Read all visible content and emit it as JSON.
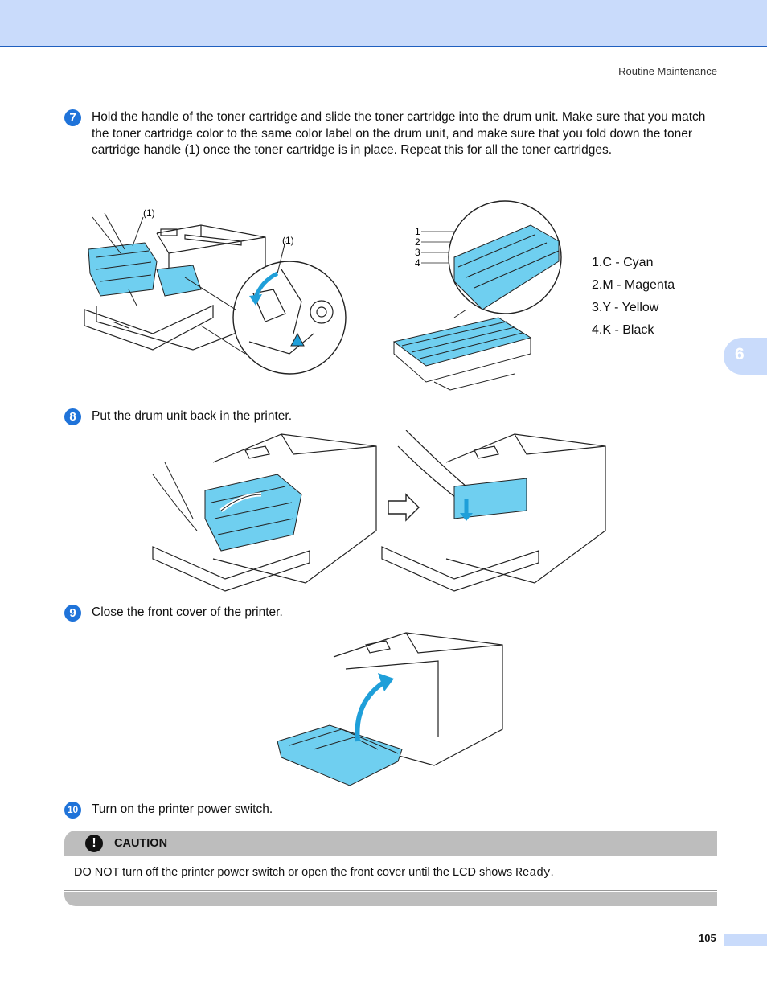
{
  "header": {
    "running_head": "Routine Maintenance"
  },
  "chapter_tab": "6",
  "steps": [
    {
      "badge": "7",
      "text": "Hold the handle of the toner cartridge and slide the toner cartridge into the drum unit. Make sure that you match the toner cartridge color to the same color label on the drum unit, and make sure that you fold down the toner cartridge handle (1) once the toner cartridge is in place. Repeat this for all the toner cartridges."
    },
    {
      "badge": "8",
      "text": "Put the drum unit back in the printer."
    },
    {
      "badge": "9",
      "text": "Close the front cover of the printer."
    },
    {
      "badge": "10",
      "text": "Turn on the printer power switch."
    }
  ],
  "figure1": {
    "callout_left": "(1)",
    "callout_zoom": "(1)",
    "callout_numbers": [
      "1",
      "2",
      "3",
      "4"
    ]
  },
  "legend": [
    "1.C - Cyan",
    "2.M - Magenta",
    "3.Y - Yellow",
    "4.K - Black"
  ],
  "caution": {
    "icon": "!",
    "label": "CAUTION",
    "text_before": "DO NOT turn off the printer power switch or open the front cover until the LCD shows ",
    "lcd_text": "Ready",
    "text_after": "."
  },
  "footer": {
    "page_number": "105"
  },
  "colors": {
    "accent_blue": "#1f73d9",
    "cyan_highlight": "#6fcff0",
    "band": "#c9dbfb",
    "caution_gray": "#bdbdbd"
  }
}
